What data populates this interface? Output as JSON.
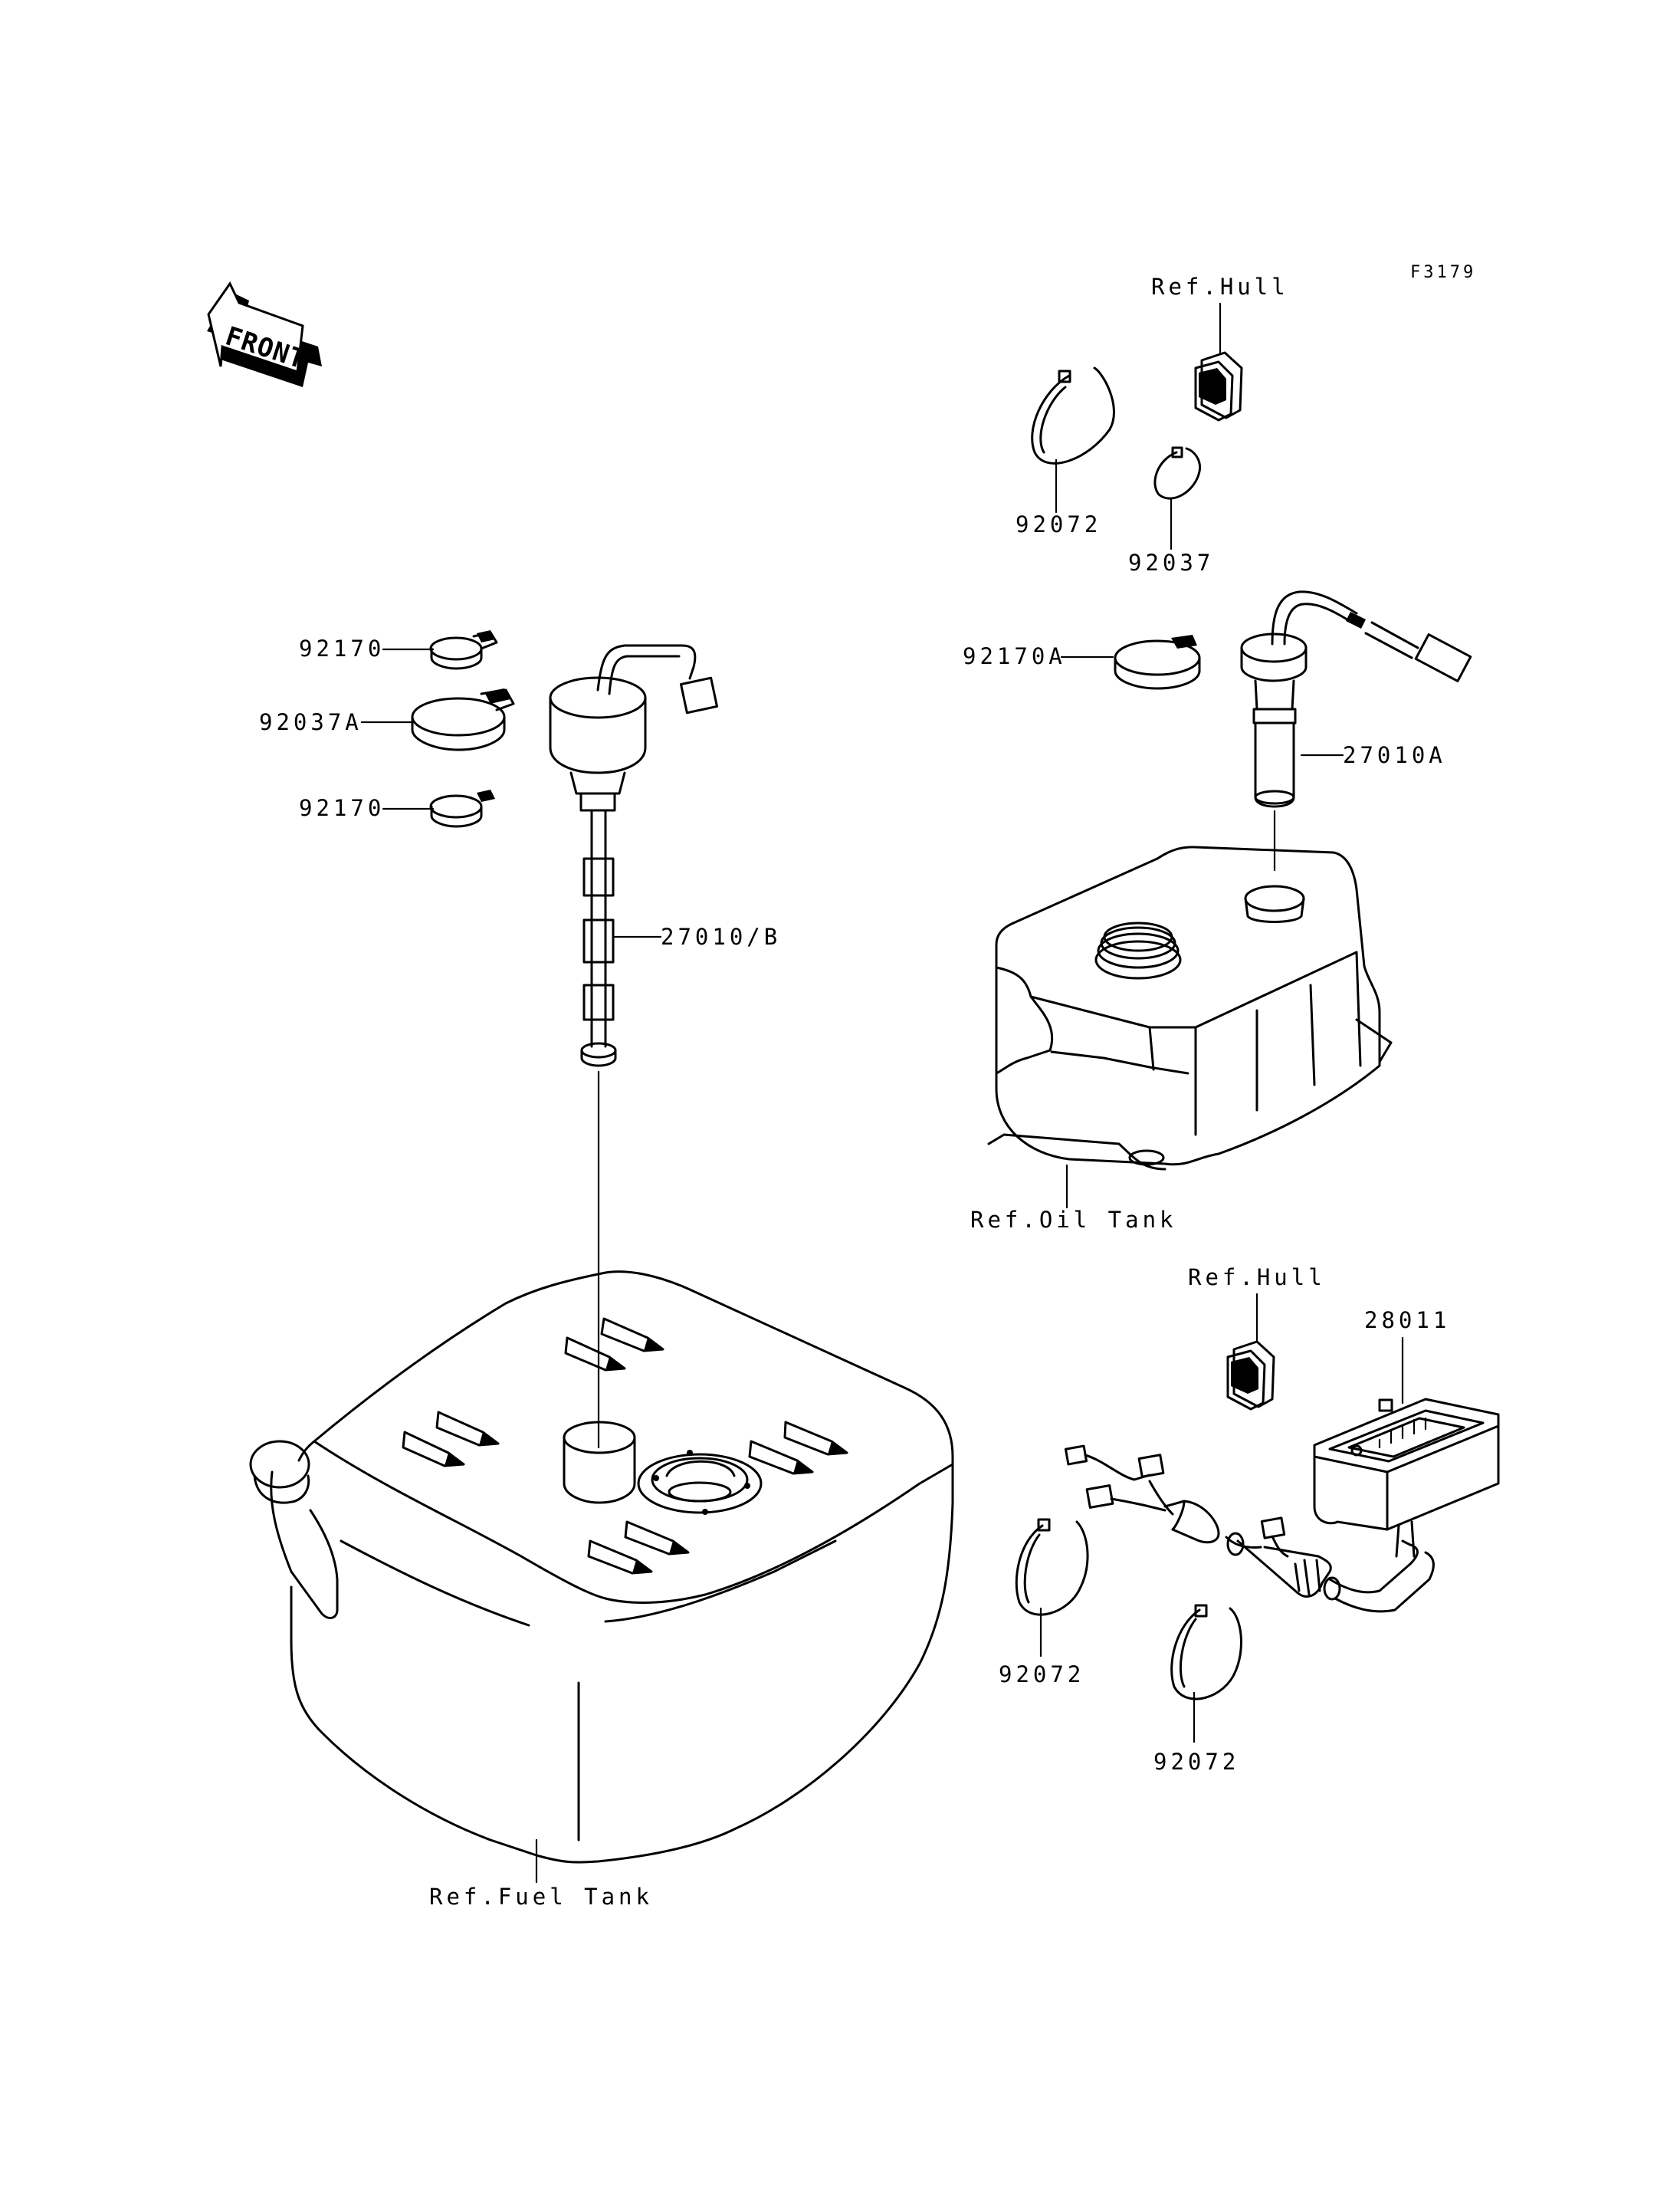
{
  "figure_code": "F3179",
  "front_arrow_label": "FRONT",
  "labels": {
    "ref_hull_top": "Ref.Hull",
    "p92072_top": "92072",
    "p92037": "92037",
    "p92170_upper": "92170",
    "p92037A": "92037A",
    "p92170_lower": "92170",
    "p27010B": "27010/B",
    "p92170A": "92170A",
    "p27010A": "27010A",
    "ref_oil_tank": "Ref.Oil Tank",
    "ref_hull_bottom": "Ref.Hull",
    "p28011": "28011",
    "p92072_bottom_left": "92072",
    "p92072_bottom_right": "92072",
    "ref_fuel_tank": "Ref.Fuel Tank"
  }
}
